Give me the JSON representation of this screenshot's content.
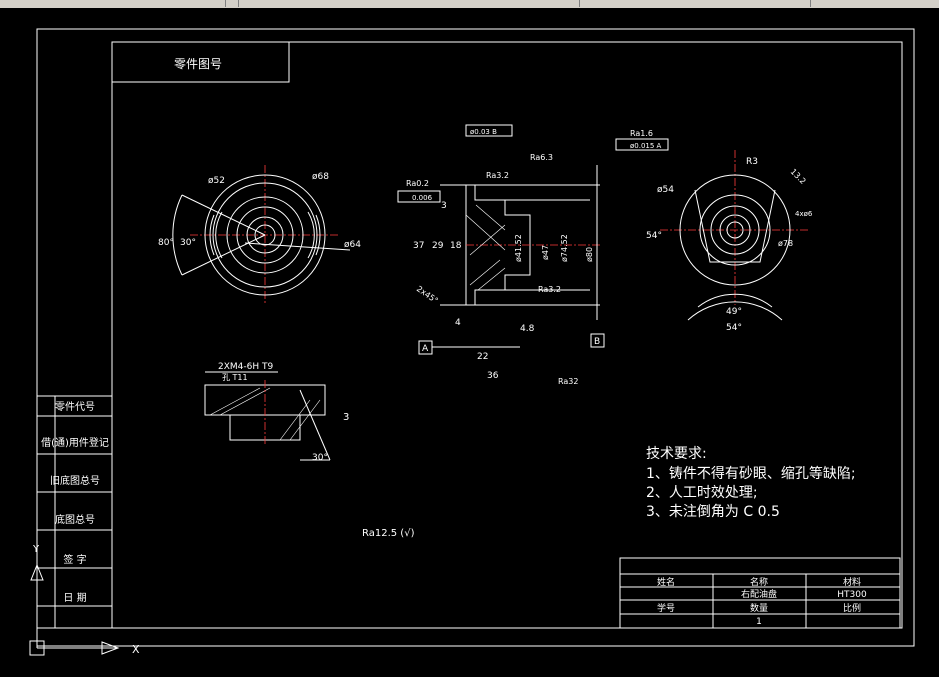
{
  "title_block": {
    "name": "零件图号"
  },
  "side_table": {
    "rows": [
      "零件代号",
      "借(通)用件登记",
      "旧底图总号",
      "底图总号",
      "签  字",
      "日  期"
    ]
  },
  "tech_requirements": {
    "heading": "技术要求:",
    "items": [
      "1、铸件不得有砂眼、缩孔等缺陷;",
      "2、人工时效处理;",
      "3、未注倒角为 C 0.5"
    ]
  },
  "bottom_table": {
    "headers": [
      "姓名",
      "名称",
      "材料"
    ],
    "values": [
      "",
      "右配油盘",
      "HT300"
    ],
    "headers2": [
      "学号",
      "数量",
      "比例"
    ],
    "values2": [
      "",
      "1",
      ""
    ]
  },
  "general_roughness": "Ra12.5 (√)",
  "front_view": {
    "dims": [
      "ø52",
      "ø68",
      "ø64",
      "80°",
      "30°"
    ]
  },
  "section_view": {
    "datum_a": "A",
    "datum_b": "B",
    "tolerances": [
      "ø0.03 B",
      "0.006",
      "ø0.015 A"
    ],
    "roughness": [
      "Ra1.6",
      "Ra6.3",
      "Ra3.2",
      "Ra0.2",
      "Ra3.2",
      "Ra32"
    ],
    "dims": [
      "3",
      "37",
      "29",
      "18",
      "ø41.52",
      "ø47",
      "ø74.52",
      "ø80",
      "4",
      "4.8",
      "22",
      "36",
      "2x45°"
    ]
  },
  "right_view": {
    "dims": [
      "R3",
      "13.2",
      "ø54",
      "54°",
      "ø78",
      "4xø6",
      "49°",
      "54°"
    ]
  },
  "detail_view": {
    "thread": "2XM4-6H T9",
    "thread2": "孔 T11",
    "dims": [
      "3",
      "30°"
    ]
  }
}
